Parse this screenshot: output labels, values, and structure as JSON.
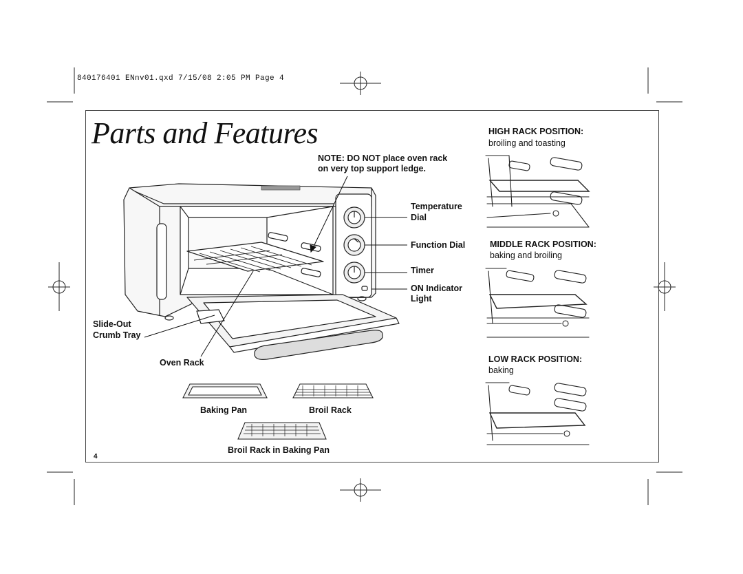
{
  "slug": "840176401 ENnv01.qxd  7/15/08  2:05 PM  Page 4",
  "title": "Parts and Features",
  "note": [
    "NOTE: DO NOT place oven rack",
    "on very top support ledge."
  ],
  "callouts": {
    "temperature_dial": [
      "Temperature",
      "Dial"
    ],
    "function_dial": "Function Dial",
    "timer": "Timer",
    "on_indicator": [
      "ON Indicator",
      "Light"
    ],
    "crumb_tray": [
      "Slide-Out",
      "Crumb Tray"
    ],
    "oven_rack": "Oven Rack"
  },
  "accessories": {
    "baking_pan": "Baking Pan",
    "broil_rack": "Broil Rack",
    "broil_rack_in_pan": "Broil Rack in Baking Pan"
  },
  "rack_positions": [
    {
      "heading": "HIGH RACK POSITION:",
      "use": "broiling and toasting"
    },
    {
      "heading": "MIDDLE RACK POSITION:",
      "use": "baking and broiling"
    },
    {
      "heading": "LOW RACK POSITION:",
      "use": "baking"
    }
  ],
  "page_number": "4"
}
